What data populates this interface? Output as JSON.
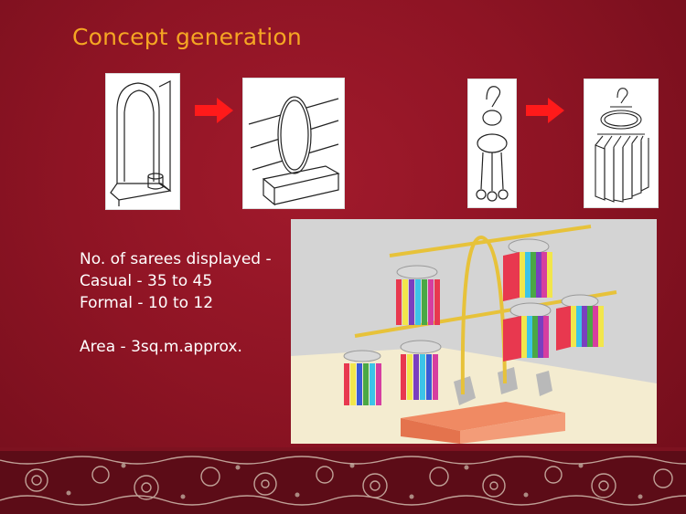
{
  "slide": {
    "title": "Concept generation"
  },
  "details": {
    "line1": "No. of sarees displayed -",
    "line2": "Casual - 35  to 45",
    "line3": "Formal  - 10 to 12",
    "line4": "Area  - 3sq.m.approx."
  },
  "colors": {
    "background": "#8e1424",
    "title": "#f5a623",
    "arrow": "#ff1a1a",
    "text": "#ffffff"
  },
  "icons": {
    "arrow": "right-arrow-icon"
  }
}
